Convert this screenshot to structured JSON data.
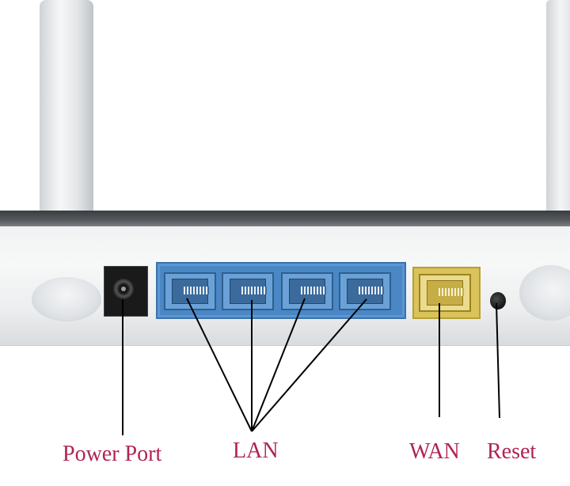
{
  "labels": {
    "power_port": "Power Port",
    "lan": "LAN",
    "wan": "WAN",
    "reset": "Reset"
  },
  "colors": {
    "label_text": "#b02452",
    "lan_ports": "#4a87c4",
    "wan_port": "#d9c35a",
    "router_body": "#f1f2f3",
    "antennas": "#e3e6e8"
  },
  "ports": {
    "lan_count": 4,
    "wan_count": 1
  }
}
